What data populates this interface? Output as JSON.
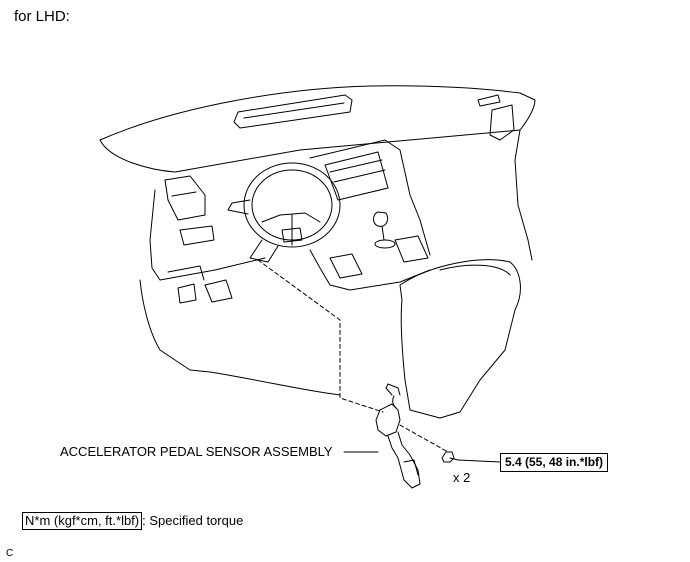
{
  "title": "for LHD:",
  "part_label": "ACCELERATOR PEDAL SENSOR ASSEMBLY",
  "quantity": "x 2",
  "torque_spec": "5.4 (55, 48 in.*lbf)",
  "legend": {
    "unit_box": "N*m (kgf*cm, ft.*lbf)",
    "description": ": Specified torque"
  },
  "illustration_code": "C"
}
